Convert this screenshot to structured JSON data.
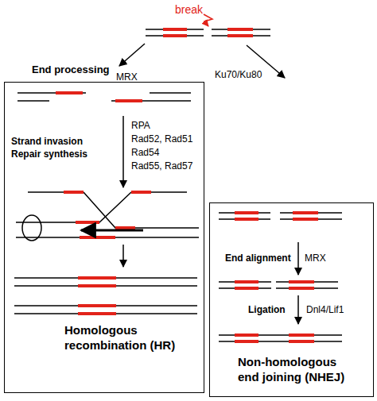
{
  "diagram": {
    "nodes": [
      {
        "text": [
          "Homologous recombination (HR)"
        ]
      },
      {
        "text": [
          "Non-homologous end joining (NHEJ)"
        ]
      }
    ],
    "labels": [
      "break",
      "End processing",
      "MRX",
      "Ku70/Ku80",
      "RPA",
      "Strand invasion Repair synthesis",
      "Rad52, Rad51",
      "Rad54",
      "Rad55, Rad57",
      "End alignment",
      "MRX",
      "Ligation",
      "Dnl4/Lif1"
    ]
  }
}
